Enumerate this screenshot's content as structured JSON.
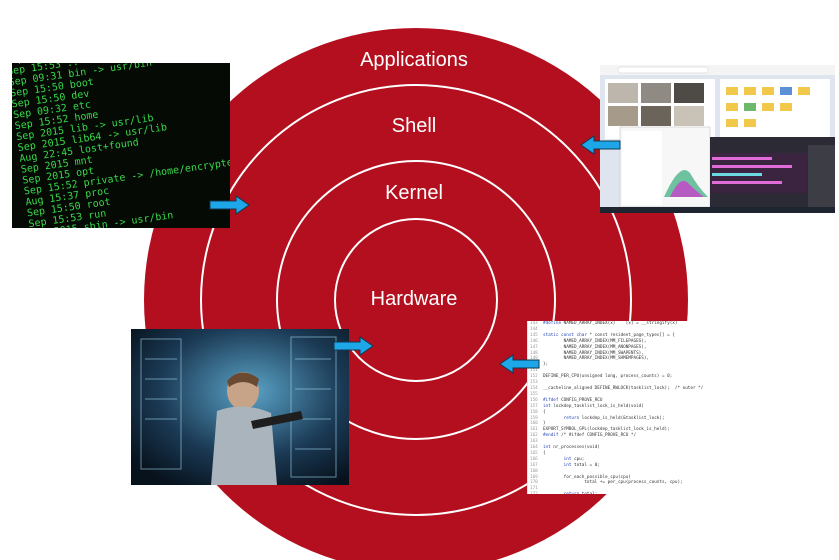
{
  "diagram": {
    "rings": [
      {
        "label": "Applications"
      },
      {
        "label": "Shell"
      },
      {
        "label": "Kernel"
      },
      {
        "label": "Hardware"
      }
    ],
    "ring_color": "#b30f1f",
    "ring_line_color": "#ffffff",
    "arrow_color": "#1ea7e8",
    "images": [
      {
        "name": "terminal-photo",
        "description_icon": "terminal-listing"
      },
      {
        "name": "desktop-screenshot",
        "description_icon": "gui-desktop"
      },
      {
        "name": "hardware-photo",
        "description_icon": "server-technician"
      },
      {
        "name": "kernel-code",
        "description_icon": "source-code"
      }
    ]
  }
}
